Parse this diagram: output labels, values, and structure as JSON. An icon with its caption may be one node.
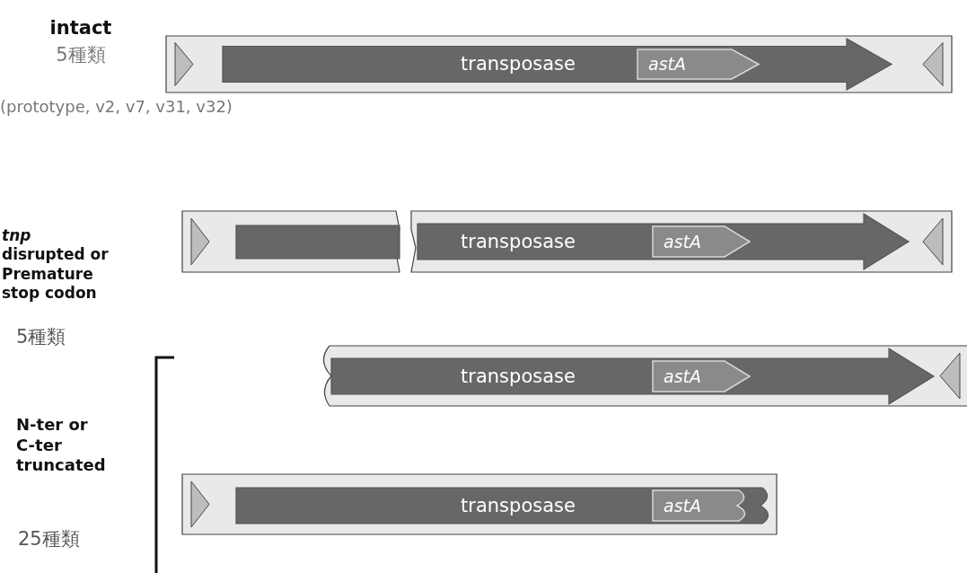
{
  "diagram": {
    "nodes": [
      {
        "text": [],
        "shape": "bar"
      },
      {
        "text": [
          "transposase"
        ],
        "in": 0
      },
      {
        "text": [
          "astA"
        ],
        "in": 1
      },
      {
        "text": [],
        "shape": "bar"
      },
      {
        "text": [],
        "shape": "bar",
        "in": 3
      },
      {
        "text": [],
        "shape": "bar"
      },
      {
        "text": [
          "transposase"
        ],
        "in": 5
      },
      {
        "text": [
          "astA"
        ],
        "in": 6
      },
      {
        "text": [],
        "shape": "bar"
      },
      {
        "text": [
          "transposase"
        ],
        "in": 8
      },
      {
        "text": [
          "astA"
        ],
        "in": 9
      },
      {
        "text": [],
        "shape": "bar"
      },
      {
        "text": [
          "transposase"
        ],
        "in": 11
      },
      {
        "text": [
          "astA"
        ],
        "in": 12
      }
    ],
    "labels": [
      "intact",
      "5種類",
      "(prototype, v2, v7, v31, v32)",
      "*tnp* disrupted or Premature stop codon",
      "5種類",
      "N-ter or C-ter truncated",
      "25種類"
    ]
  }
}
